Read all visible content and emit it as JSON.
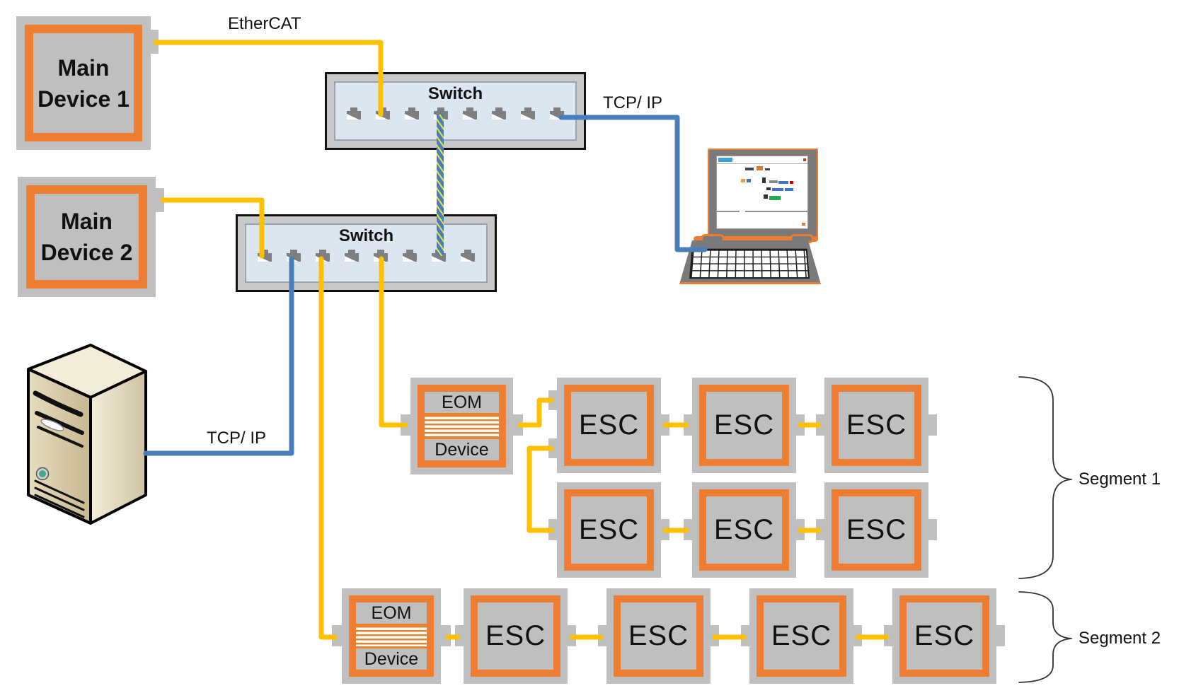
{
  "labels": {
    "ethercat": "EtherCAT",
    "tcpip_top": "TCP/ IP",
    "tcpip_bottom": "TCP/ IP",
    "switch": "Switch",
    "esc": "ESC",
    "eom_top": "EOM",
    "eom_bottom": "Device",
    "segment1": "Segment 1",
    "segment2": "Segment 2"
  },
  "nodes": {
    "main_device_1": {
      "line1": "Main",
      "line2": "Device 1"
    },
    "main_device_2": {
      "line1": "Main",
      "line2": "Device 2"
    },
    "switches": {
      "count": 2,
      "ports_each": 8,
      "label": "Switch"
    },
    "segments": [
      {
        "label": "Segment 1",
        "eom_devices": 1,
        "esc_count": 6,
        "rows": 2
      },
      {
        "label": "Segment 2",
        "eom_devices": 1,
        "esc_count": 4,
        "rows": 1
      }
    ],
    "endpoints": [
      "laptop",
      "server"
    ]
  },
  "connections": [
    {
      "from": "Main Device 1",
      "to": "Switch 1",
      "label": "EtherCAT",
      "color": "#FFC000"
    },
    {
      "from": "Main Device 2",
      "to": "Switch 2",
      "label": "",
      "color": "#FFC000"
    },
    {
      "from": "Switch 1",
      "to": "Switch 2",
      "label": "",
      "color": "striped blue/yellow"
    },
    {
      "from": "Switch 1",
      "to": "Laptop",
      "label": "TCP/ IP",
      "color": "#4A7EBB"
    },
    {
      "from": "Switch 2",
      "to": "Server",
      "label": "TCP/ IP",
      "color": "#4A7EBB"
    },
    {
      "from": "Switch 2",
      "to": "EOM Device Segment 1",
      "label": "",
      "color": "#FFC000"
    },
    {
      "from": "Switch 2",
      "to": "EOM Device Segment 2",
      "label": "",
      "color": "#FFC000"
    }
  ],
  "colors": {
    "accent_orange": "#ED7D31",
    "cable_yellow": "#FFC000",
    "cable_blue": "#4A7EBB",
    "box_gray": "#BFBFBF",
    "port_gray": "#7F7F7F",
    "switch_fill": "#DCE6F1"
  }
}
